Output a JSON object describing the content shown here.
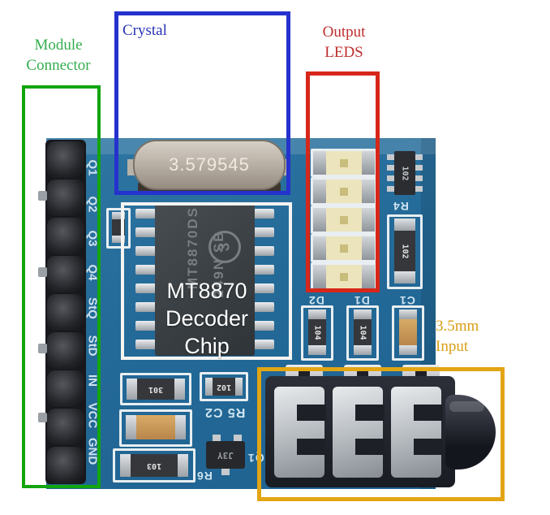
{
  "annotations": {
    "module_connector": {
      "label": "Module\nConnector",
      "text_color": "#33ad4f",
      "box_color": "#12a50f"
    },
    "crystal": {
      "label": "Crystal",
      "text_color": "#2834b4",
      "box_color": "#2532cd"
    },
    "output_leds": {
      "label": "Output\nLEDS",
      "text_color": "#bf2f2e",
      "box_color": "#d6271a"
    },
    "input_jack": {
      "label": "3.5mm\nInput",
      "text_color": "#d99e16",
      "box_color": "#e2a513"
    },
    "chip": {
      "label": "MT8870\nDecoder\nChip",
      "box_color": "#f4f4f2"
    }
  },
  "board": {
    "crystal_marking": "3.579545",
    "chip": {
      "marking_line1": "MT8870DS",
      "marking_line2": "249N SB",
      "logo": "3"
    },
    "pin_labels": [
      "Q1",
      "Q2",
      "Q3",
      "Q4",
      "StQ",
      "StD",
      "IN",
      "VCC",
      "GND"
    ],
    "silkscreen": {
      "r4": "R4",
      "d2": "D2",
      "d1": "D1",
      "c1": "C1",
      "r5c2": "R5 C2",
      "r6": "R6",
      "q1": "Q1"
    },
    "components": {
      "network": "102",
      "resistor_right": "102",
      "resistor_d2": "104",
      "resistor_d1": "104",
      "resistor_301": "301",
      "resistor_102": "102",
      "resistor_103": "103",
      "transistor": "J3Y"
    }
  },
  "colors": {
    "pcb": "#256c9a",
    "silkscreen": "#e8eef1",
    "led_die": "#ece4bc",
    "crystal_body": "#b5aca1",
    "jack_body": "#20232b"
  }
}
